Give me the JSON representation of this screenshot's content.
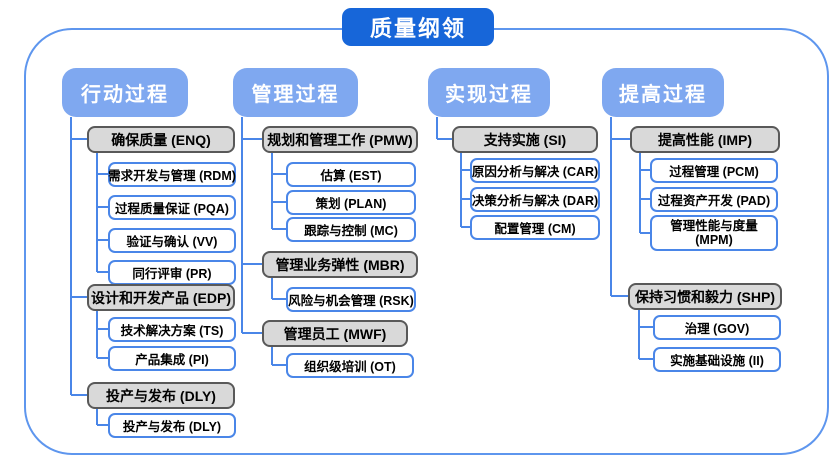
{
  "title": "质量纲领",
  "colors": {
    "title_bg": "#1766D9",
    "header_bg": "#7FA8F0",
    "group_fill": "#D9D9D9",
    "group_border": "#595959",
    "leaf_border": "#4A86E8",
    "connector": "#4A86E8",
    "frame_border": "#5E96EE"
  },
  "columns": [
    {
      "header": "行动过程",
      "groups": [
        {
          "label": "确保质量 (ENQ)",
          "children": [
            "需求开发与管理 (RDM)",
            "过程质量保证 (PQA)",
            "验证与确认 (VV)",
            "同行评审 (PR)"
          ]
        },
        {
          "label": "设计和开发产品 (EDP)",
          "children": [
            "技术解决方案 (TS)",
            "产品集成 (PI)"
          ]
        },
        {
          "label": "投产与发布 (DLY)",
          "children": [
            "投产与发布 (DLY)"
          ]
        }
      ]
    },
    {
      "header": "管理过程",
      "groups": [
        {
          "label": "规划和管理工作 (PMW)",
          "children": [
            "估算 (EST)",
            "策划 (PLAN)",
            "跟踪与控制 (MC)"
          ]
        },
        {
          "label": "管理业务弹性 (MBR)",
          "children": [
            "风险与机会管理 (RSK)"
          ]
        },
        {
          "label": "管理员工 (MWF)",
          "children": [
            "组织级培训 (OT)"
          ]
        }
      ]
    },
    {
      "header": "实现过程",
      "groups": [
        {
          "label": "支持实施 (SI)",
          "children": [
            "原因分析与解决 (CAR)",
            "决策分析与解决 (DAR)",
            "配置管理 (CM)"
          ]
        }
      ]
    },
    {
      "header": "提高过程",
      "groups": [
        {
          "label": "提高性能 (IMP)",
          "children": [
            "过程管理 (PCM)",
            "过程资产开发 (PAD)",
            "管理性能与度量 (MPM)"
          ]
        },
        {
          "label": "保持习惯和毅力 (SHP)",
          "children": [
            "治理 (GOV)",
            "实施基础设施 (II)"
          ]
        }
      ]
    }
  ]
}
